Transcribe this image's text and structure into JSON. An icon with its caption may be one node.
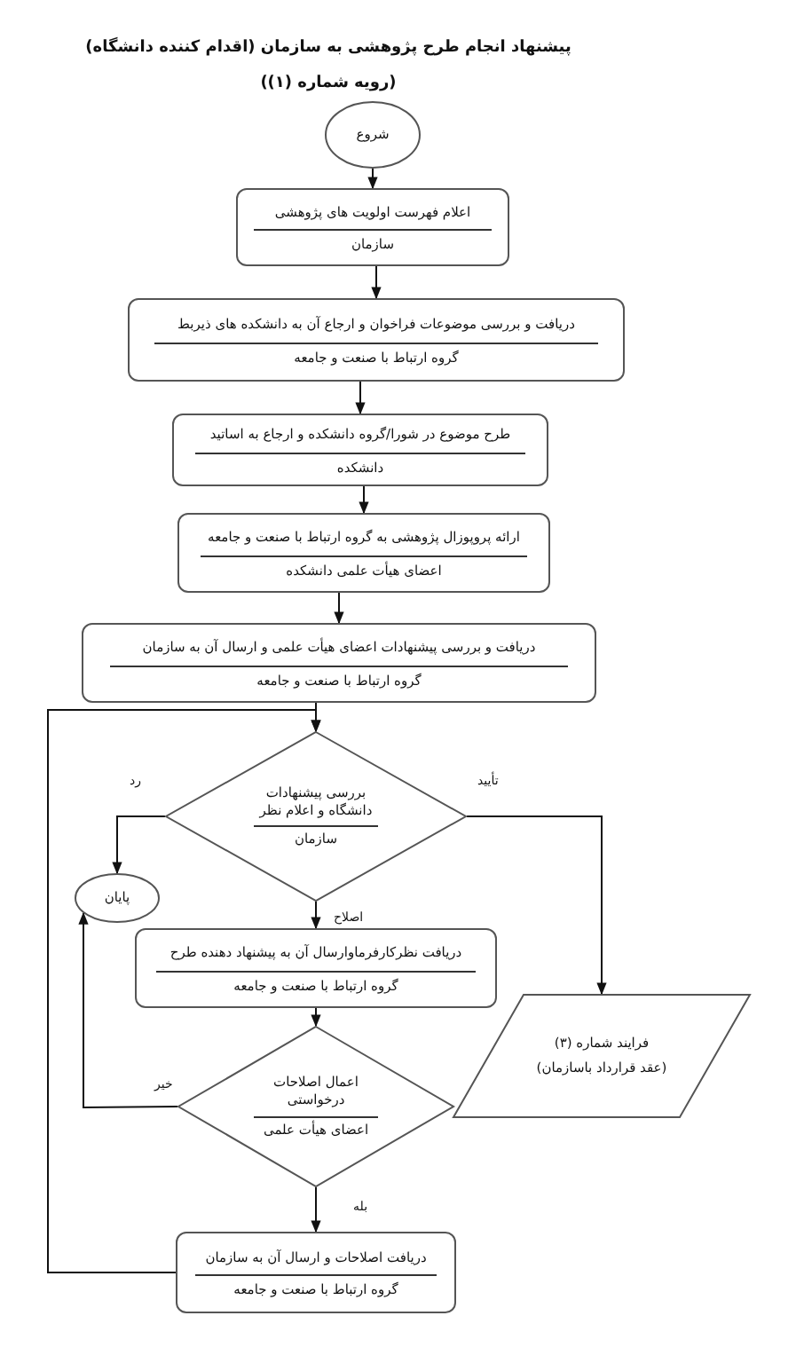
{
  "diagram": {
    "title": "پیشنهاد انجام طرح پژوهشی به سازمان (اقدام کننده دانشگاه)",
    "caption": "(رویه شماره (۱))",
    "nodes": [
      {
        "text": [
          "شروع"
        ]
      },
      {
        "text": [
          "اعلام فهرست اولویت های پژوهشی",
          "سازمان"
        ]
      },
      {
        "text": [
          "دریافت و بررسی موضوعات فراخوان و ارجاع آن به دانشکده های ذیربط",
          "گروه ارتباط با صنعت و جامعه"
        ]
      },
      {
        "text": [
          "طرح موضوع در شورا/گروه دانشکده و ارجاع به اساتید",
          "دانشکده"
        ]
      },
      {
        "text": [
          "ارائه پروپوزال پژوهشی به گروه ارتباط با صنعت و جامعه",
          "اعضای هیأت علمی دانشکده"
        ]
      },
      {
        "text": [
          "دریافت و بررسی پیشنهادات اعضای هیأت علمی و ارسال آن به سازمان",
          "گروه ارتباط با صنعت و جامعه"
        ]
      },
      {
        "text": [
          "بررسی پیشنهادات دانشگاه و اعلام نظر",
          "سازمان"
        ]
      },
      {
        "text": [
          "پایان"
        ]
      },
      {
        "text": [
          "دریافت نظرکارفرماوارسال آن به پیشنهاد دهنده طرح",
          "گروه ارتباط با صنعت و جامعه"
        ]
      },
      {
        "text": [
          "فرایند شماره (۳)",
          "(عقد قرارداد باسازمان)"
        ]
      },
      {
        "text": [
          "اعمال اصلاحات درخواستی",
          "اعضای هیأت علمی"
        ]
      },
      {
        "text": [
          "دریافت اصلاحات و ارسال آن به سازمان",
          "گروه ارتباط با صنعت و جامعه"
        ]
      }
    ],
    "edges": [
      {
        "from": 0,
        "to": 1,
        "arrow": "to"
      },
      {
        "from": 1,
        "to": 2,
        "arrow": "to"
      },
      {
        "from": 2,
        "to": 3,
        "arrow": "to"
      },
      {
        "from": 3,
        "to": 4,
        "arrow": "to"
      },
      {
        "from": 4,
        "to": 5,
        "arrow": "to"
      },
      {
        "from": 5,
        "to": 6,
        "arrow": "to"
      },
      {
        "from": 6,
        "to": 7,
        "arrow": "to",
        "label": "رد"
      },
      {
        "from": 6,
        "to": 9,
        "arrow": "to",
        "label": "تأیید"
      },
      {
        "from": 6,
        "to": 8,
        "arrow": "to",
        "label": "اصلاح"
      },
      {
        "from": 8,
        "to": 10,
        "arrow": "to"
      },
      {
        "from": 10,
        "to": 7,
        "arrow": "to",
        "label": "خیر"
      },
      {
        "from": 10,
        "to": 11,
        "arrow": "to",
        "label": "بله"
      },
      {
        "from": 11,
        "to": 6,
        "arrow": "to"
      }
    ]
  }
}
